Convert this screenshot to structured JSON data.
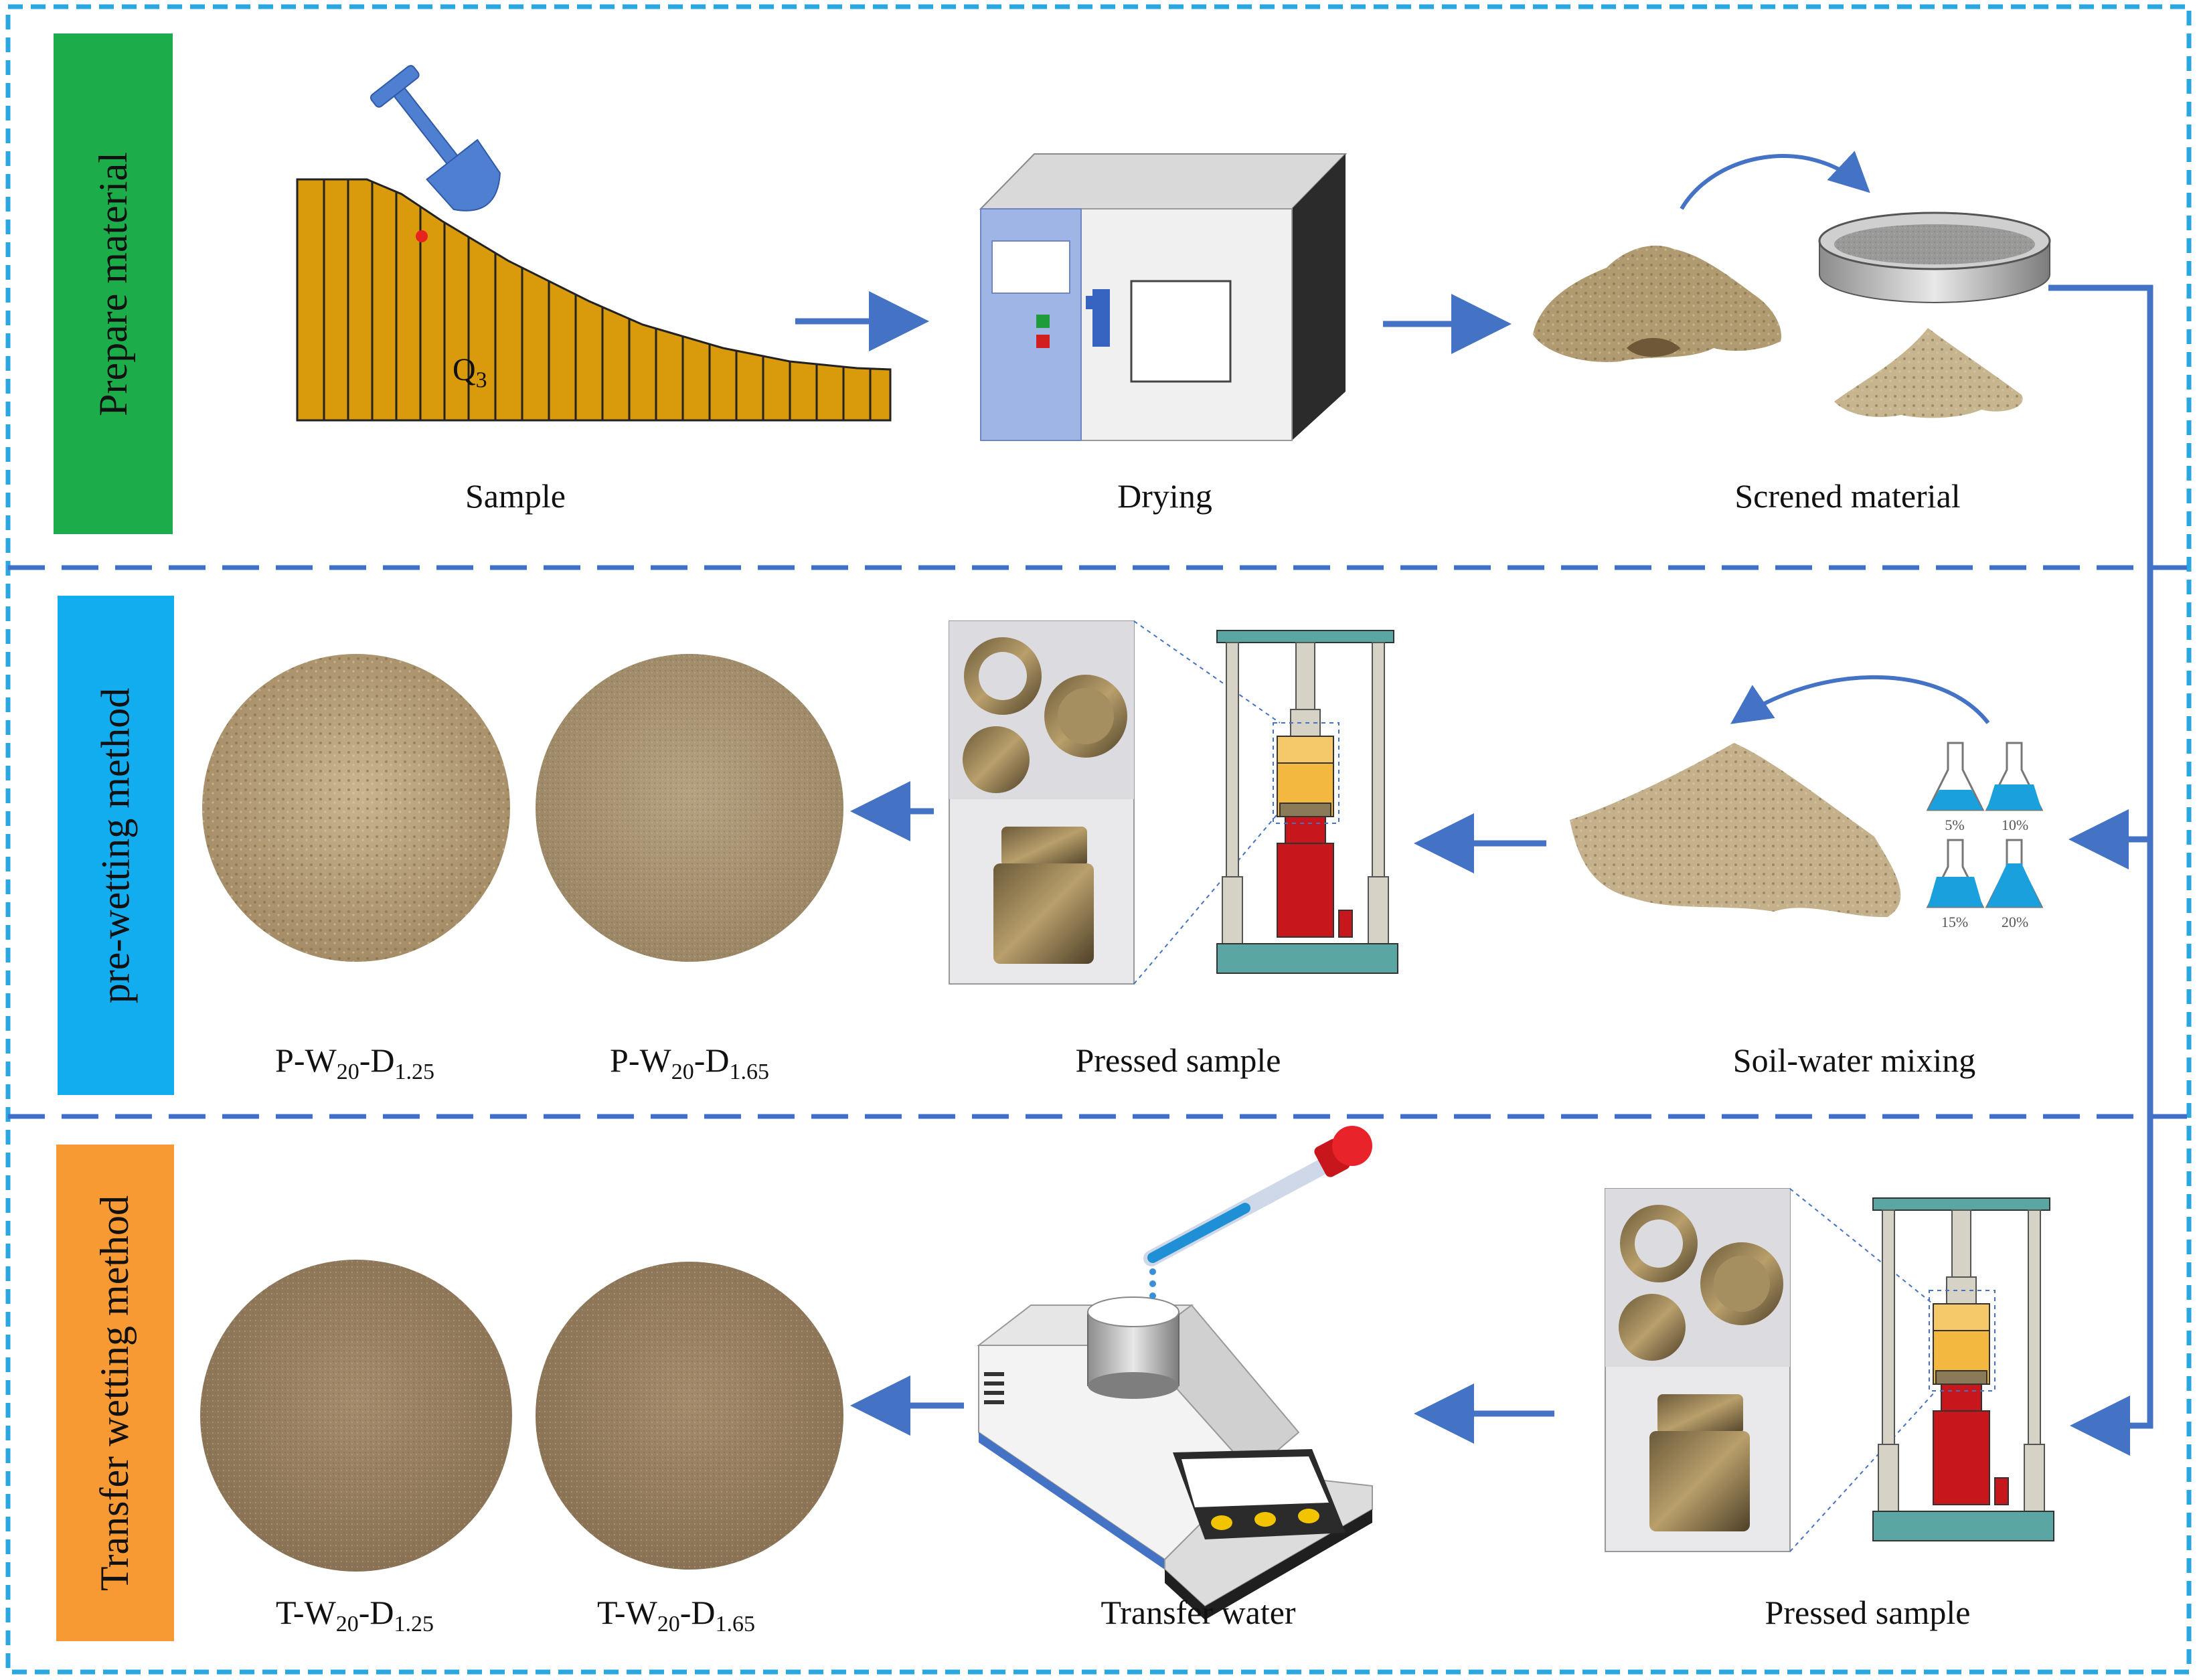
{
  "sections": [
    {
      "title": "Prepare material",
      "color": "#1cad4a"
    },
    {
      "title": "pre-wetting method",
      "color": "#12adef"
    },
    {
      "title": "Transfer wetting method",
      "color": "#f79a33"
    }
  ],
  "row1": {
    "sample_label": "Sample",
    "strata_symbol": "Q",
    "strata_subscript": "3",
    "drying_label": "Drying",
    "screened_label": "Screned material"
  },
  "row2": {
    "specimen_a": {
      "prefix": "P-W",
      "w_sub": "20",
      "mid": "-D",
      "d_sub": "1.25"
    },
    "specimen_b": {
      "prefix": "P-W",
      "w_sub": "20",
      "mid": "-D",
      "d_sub": "1.65"
    },
    "pressed_label": "Pressed  sample",
    "mixing_label": "Soil-water  mixing",
    "flasks": [
      "5%",
      "10%",
      "15%",
      "20%"
    ]
  },
  "row3": {
    "specimen_a": {
      "prefix": "T-W",
      "w_sub": "20",
      "mid": "-D",
      "d_sub": "1.25"
    },
    "specimen_b": {
      "prefix": "T-W",
      "w_sub": "20",
      "mid": "-D",
      "d_sub": "1.65"
    },
    "transfer_label": "Transfer  water",
    "pressed_label": "Pressed  sample"
  },
  "colors": {
    "frame_dash": "#2aa7e0",
    "section_dash": "#3f6fc9",
    "arrow": "#4472c4",
    "slope_fill": "#d99a0c",
    "soil_light": "#b9a37a",
    "soil_dark": "#8c7650",
    "jack_red": "#c8161d",
    "gauge_gold": "#f2b840"
  }
}
